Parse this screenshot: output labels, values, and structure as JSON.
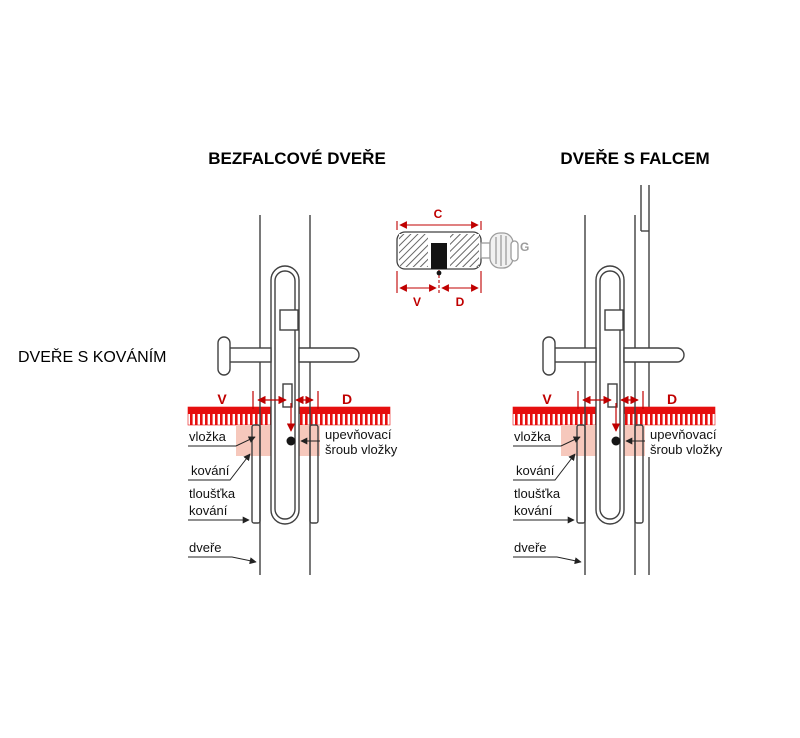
{
  "titles": {
    "bezfalcove": "BEZFALCOVÉ DVEŘE",
    "s_falcem": "DVEŘE S FALCEM",
    "s_kovanim": "DVEŘE S KOVÁNÍM"
  },
  "cylinder": {
    "c_label": "C",
    "v_label": "V",
    "d_label": "D",
    "g_label": "G"
  },
  "measurements": {
    "v_label": "V",
    "d_label": "D"
  },
  "labels": {
    "vlozka": "vložka",
    "upevnovaci": "upevňovací",
    "sroub_vlozky": "šroub vložky",
    "kovani": "kování",
    "tloustka": "tloušťka",
    "tloustka_kovani_line2": "kování",
    "dvere": "dveře"
  },
  "colors": {
    "red_bar": "#e60f0f",
    "dim_red": "#c00000",
    "pink_band": "#f6c8bc",
    "knob_gray": "#9c9c9c",
    "line": "#404040"
  }
}
